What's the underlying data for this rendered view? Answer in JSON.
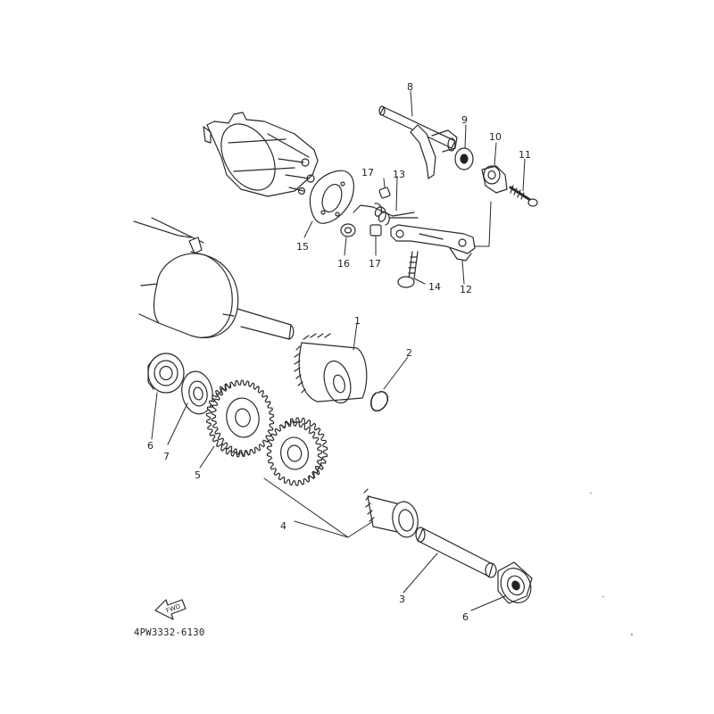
{
  "diagram": {
    "part_number": "4PW3332-6130",
    "fwd_label": "FWD",
    "callouts": [
      {
        "id": "c1",
        "text": "1"
      },
      {
        "id": "c2",
        "text": "2"
      },
      {
        "id": "c3",
        "text": "3"
      },
      {
        "id": "c4",
        "text": "4"
      },
      {
        "id": "c5",
        "text": "5"
      },
      {
        "id": "c6a",
        "text": "6"
      },
      {
        "id": "c6b",
        "text": "6"
      },
      {
        "id": "c7",
        "text": "7"
      },
      {
        "id": "c8",
        "text": "8"
      },
      {
        "id": "c9",
        "text": "9"
      },
      {
        "id": "c10",
        "text": "10"
      },
      {
        "id": "c11",
        "text": "11"
      },
      {
        "id": "c12",
        "text": "12"
      },
      {
        "id": "c13",
        "text": "13"
      },
      {
        "id": "c14",
        "text": "14"
      },
      {
        "id": "c15",
        "text": "15"
      },
      {
        "id": "c16",
        "text": "16"
      },
      {
        "id": "c17a",
        "text": "17"
      },
      {
        "id": "c17b",
        "text": "17"
      }
    ]
  }
}
